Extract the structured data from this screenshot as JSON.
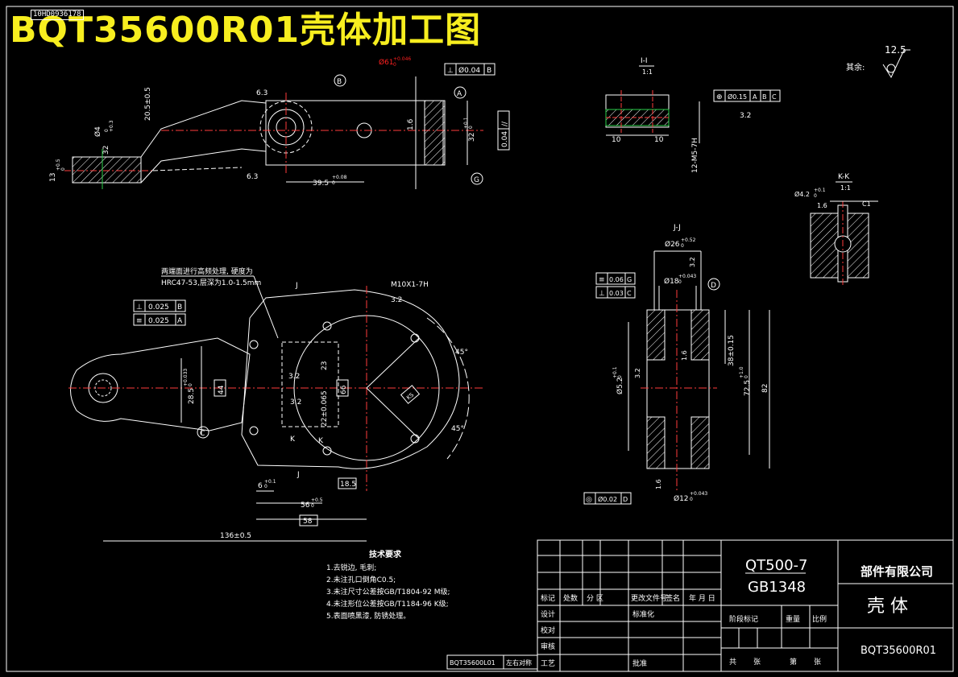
{
  "title": "BQT35600R01壳体加工图",
  "corner_code": "10HD0936178",
  "roughness": {
    "value": "12.5",
    "label": "其余:"
  },
  "top_view": {
    "dims": [
      "Ø61",
      "+0.046",
      "0",
      "20.5±0.5",
      "Ø4",
      "+0.3",
      "0",
      "32",
      "13",
      "+0.5",
      "0",
      "39.5",
      "+0.08",
      "0",
      "32",
      "+0.1",
      "0",
      "6.3",
      "6.3",
      "1.6"
    ],
    "fcf_perp": [
      "⊥",
      "Ø0.04",
      "B"
    ],
    "fcf_par": [
      "//",
      "0.04"
    ],
    "datums": [
      "B",
      "A",
      "G"
    ]
  },
  "section_ii": {
    "label": "I-I",
    "scale": "1:1",
    "dims": [
      "10",
      "10",
      "12-M5-7H",
      "3.2"
    ],
    "fcf": [
      "⊕",
      "Ø0.15",
      "A",
      "B",
      "C"
    ]
  },
  "section_kk": {
    "label": "K-K",
    "scale": "1:1",
    "dims": [
      "Ø4.2",
      "+0.1",
      "0",
      "1.6",
      "C1"
    ]
  },
  "section_jj": {
    "label": "J-J",
    "dims": [
      "Ø26",
      "+0.52",
      "0",
      "Ø18",
      "+0.043",
      "0",
      "3.2",
      "38±0.15",
      "72.5",
      "+1.0",
      "0",
      "82",
      "Ø5.2",
      "+0.1",
      "0",
      "3.2",
      "1.6",
      "Ø12",
      "+0.043",
      "0",
      "1.6"
    ],
    "fcf": [
      [
        "≡",
        "0.06",
        "G"
      ],
      [
        "⊥",
        "0.03",
        "C"
      ],
      [
        "◎",
        "Ø0.02",
        "D"
      ]
    ],
    "datums": [
      "D"
    ]
  },
  "main_view": {
    "note": [
      "两端面进行高频处理, 硬度为",
      "HRC47-53,层深为1.0-1.5mm"
    ],
    "fcf": [
      [
        "⊥",
        "0.025",
        "B"
      ],
      [
        "≡",
        "0.025",
        "A"
      ]
    ],
    "dims": [
      "M10X1-7H",
      "3.2",
      "J",
      "J",
      "45°",
      "45°",
      "23",
      "66",
      "28.5",
      "+0.033",
      "0",
      "44",
      "22±0.065",
      "3.2",
      "3.2",
      "K",
      "K",
      "6",
      "+0.1",
      "0",
      "18.5",
      "56",
      "+0.5",
      "0",
      "58",
      "136±0.5",
      "KS"
    ],
    "datums": [
      "C"
    ]
  },
  "tech_req": {
    "heading": "技术要求",
    "items": [
      "1.去锐边, 毛刺;",
      "2.未注孔口倒角C0.5;",
      "3.未注尺寸公差按GB/T1804-92 M级;",
      "4.未注形位公差按GB/T1184-96 K级;",
      "5.表面喷黑漆, 防锈处理。"
    ]
  },
  "title_block": {
    "material": "QT500-7",
    "standard": "GB1348",
    "company": "部件有限公司",
    "part_name": "壳  体",
    "drawing_no": "BQT35600R01",
    "row_labels": [
      "标记",
      "处数",
      "分 区",
      "更改文件号",
      "签名",
      "年 月 日"
    ],
    "left_labels": [
      "设计",
      "校对",
      "审核",
      "工艺"
    ],
    "mid_labels": [
      "标准化",
      "批准"
    ],
    "stage_labels": [
      "阶段标记",
      "重量",
      "比例"
    ],
    "sheet_labels": [
      "共",
      "张",
      "第",
      "张"
    ]
  },
  "bottom_refs": {
    "ref_no": "BQT35600L01",
    "ref_label": "左右对称"
  },
  "colors": {
    "line": "#ffffff",
    "center": "#ff3b3b",
    "green": "#29d148",
    "banner": "#f7ee1f",
    "red_dim": "#ff2020"
  }
}
